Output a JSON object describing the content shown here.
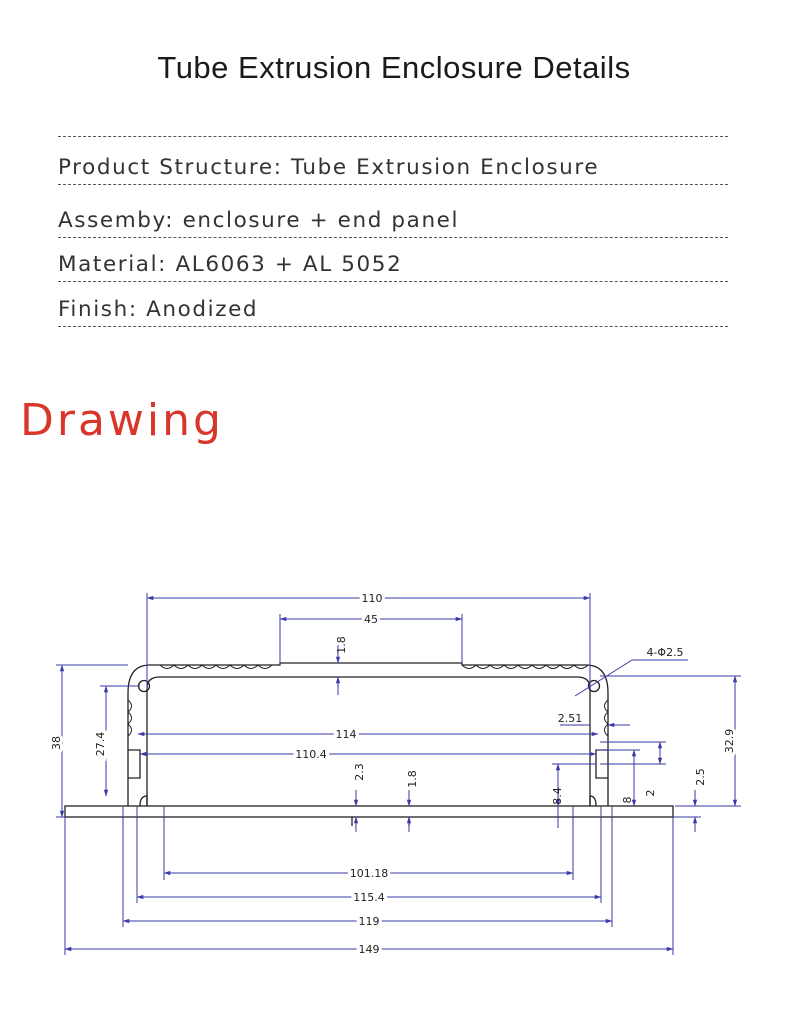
{
  "header": {
    "title": "Tube Extrusion Enclosure Details"
  },
  "specs": [
    {
      "label": "Product Structure",
      "value": "Tube Extrusion Enclosure"
    },
    {
      "label": "Assemby",
      "value": "enclosure + end panel"
    },
    {
      "label": "Material",
      "value": "AL6063 + AL 5052"
    },
    {
      "label": "Finish",
      "value": "Anodized"
    }
  ],
  "section": {
    "heading": "Drawing"
  },
  "drawing": {
    "dims": {
      "d110": "110",
      "d45": "45",
      "d1_8_top": "1.8",
      "d4_hole": "4-Φ2.5",
      "d38": "38",
      "d27_4": "27.4",
      "d114": "114",
      "d2_51": "2.51",
      "d32_9": "32.9",
      "d110_4": "110.4",
      "d2_3": "2.3",
      "d1_8_mid": "1.8",
      "d8_4": "8.4",
      "d8": "8",
      "d2": "2",
      "d2_5": "2.5",
      "d101_18": "101.18",
      "d115_4": "115.4",
      "d119": "119",
      "d149": "149"
    },
    "colors": {
      "dimension": "#3a3aa8",
      "outline": "#222222"
    }
  }
}
